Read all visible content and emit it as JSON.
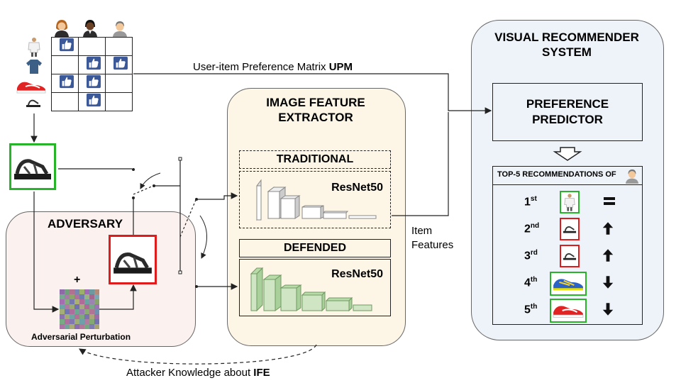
{
  "colors": {
    "adversary_bg": "#fbf1ef",
    "extractor_bg": "#fdf6e6",
    "recommender_bg": "#eef3fa",
    "traditional_color": "#dddddd",
    "defended_color": "#a9cf9a",
    "green_border": "#28b428",
    "red_border": "#e01b1b"
  },
  "labels": {
    "upm_text": "User-item Preference Matrix ",
    "upm_bold": "UPM",
    "adversary_title": "ADVERSARY",
    "plus_sign": "+",
    "perturbation_label": "Adversarial Perturbation",
    "attacker_text": "Attacker Knowledge about ",
    "attacker_bold": "IFE",
    "ife_title_line1": "IMAGE FEATURE",
    "ife_title_line2": "EXTRACTOR",
    "traditional_label": "TRADITIONAL",
    "defended_label": "DEFENDED",
    "resnet_traditional": "ResNet50",
    "resnet_defended": "ResNet50",
    "item_features_line1": "Item",
    "item_features_line2": "Features",
    "vrs_title_line1": "VISUAL RECOMMENDER",
    "vrs_title_line2": "SYSTEM",
    "predictor_line1": "PREFERENCE",
    "predictor_line2": "PREDICTOR",
    "top5_title": "TOP-5 RECOMMENDATIONS OF"
  },
  "icons": {
    "users": [
      "woman-avatar-icon",
      "man-dark-avatar-icon",
      "man-avatar-icon"
    ],
    "items": [
      "tshirt-white-icon",
      "tshirt-blue-icon",
      "sneaker-red-icon",
      "sandal-icon"
    ],
    "like": "thumbs-up-icon"
  },
  "upm": [
    [
      true,
      false,
      false
    ],
    [
      false,
      true,
      true
    ],
    [
      true,
      true,
      false
    ],
    [
      false,
      true,
      false
    ]
  ],
  "recommendations": [
    {
      "rank": "1",
      "suffix": "st",
      "item": "tshirt-white-icon",
      "border": "green",
      "trend": "equal"
    },
    {
      "rank": "2",
      "suffix": "nd",
      "item": "sandal-icon",
      "border": "red",
      "trend": "up"
    },
    {
      "rank": "3",
      "suffix": "rd",
      "item": "sandal-icon",
      "border": "red",
      "trend": "up"
    },
    {
      "rank": "4",
      "suffix": "th",
      "item": "sneaker-blue-icon",
      "border": "green",
      "trend": "down"
    },
    {
      "rank": "5",
      "suffix": "th",
      "item": "sneaker-red-icon",
      "border": "green",
      "trend": "down"
    }
  ]
}
